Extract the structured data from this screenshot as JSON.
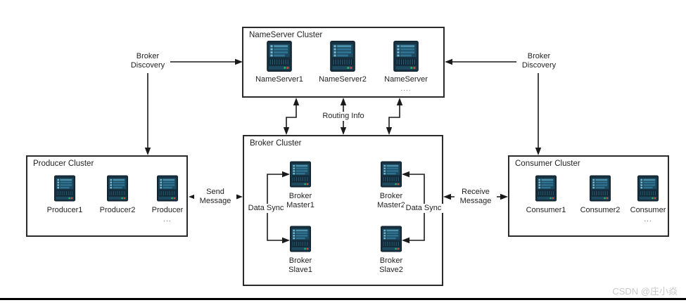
{
  "page": {
    "watermark": "CSDN @庄小焱"
  },
  "colors": {
    "line": "#1a1a1a",
    "box_border": "#2b2b2b",
    "icon_body": "#16303f",
    "icon_panel": "#1d4a5e",
    "icon_bar": "#2e7191",
    "icon_bar_light": "#4b91ad",
    "icon_chip": "#79b8d1",
    "icon_grille_dark": "#0e2331",
    "icon_grille_light": "#2c5a70",
    "led_green": "#27b35f",
    "led_red": "#d14836",
    "watermark_gray": "#c9c9c9"
  },
  "clusters": {
    "nameserver": {
      "title": "NameServer Cluster",
      "nodes": [
        {
          "label": "NameServer1"
        },
        {
          "label": "NameServer2"
        },
        {
          "label": "NameServer",
          "ellipsis": "...."
        }
      ]
    },
    "broker": {
      "title": "Broker Cluster",
      "nodes": [
        {
          "line1": "Broker",
          "line2": "Master1"
        },
        {
          "line1": "Broker",
          "line2": "Master2"
        },
        {
          "line1": "Broker",
          "line2": "Slave1"
        },
        {
          "line1": "Broker",
          "line2": "Slave2"
        }
      ]
    },
    "producer": {
      "title": "Producer Cluster",
      "nodes": [
        {
          "label": "Producer1"
        },
        {
          "label": "Producer2"
        },
        {
          "label": "Producer",
          "ellipsis": "..."
        }
      ]
    },
    "consumer": {
      "title": "Consumer Cluster",
      "nodes": [
        {
          "label": "Consumer1"
        },
        {
          "label": "Consumer2"
        },
        {
          "label": "Consumer",
          "ellipsis": "..."
        }
      ]
    }
  },
  "connectors": {
    "broker_discovery_left": {
      "line1": "Broker",
      "line2": "Discovery"
    },
    "broker_discovery_right": {
      "line1": "Broker",
      "line2": "Discovery"
    },
    "routing_info": {
      "label": "Routing Info"
    },
    "send_message": {
      "line1": "Send",
      "line2": "Message"
    },
    "receive_message": {
      "line1": "Receive",
      "line2": "Message"
    },
    "data_sync_left": {
      "label": "Data Sync"
    },
    "data_sync_right": {
      "label": "Data Sync"
    }
  }
}
